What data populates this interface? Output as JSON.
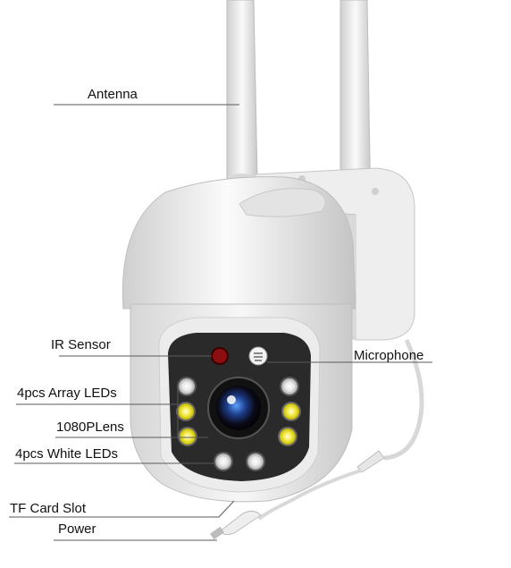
{
  "labels": {
    "antenna": "Antenna",
    "ir_sensor": "IR Sensor",
    "microphone": "Microphone",
    "array_leds": "4pcs Array LEDs",
    "lens": "1080PLens",
    "white_leds": "4pcs White LEDs",
    "tf_card_slot": "TF Card Slot",
    "power": "Power"
  },
  "colors": {
    "body": "#f2f2f2",
    "body_shade": "#d4d4d4",
    "face": "#2b2b2b",
    "ir_sensor": "#a01010",
    "array_led": "#e8e020",
    "leader_line": "#555555"
  }
}
